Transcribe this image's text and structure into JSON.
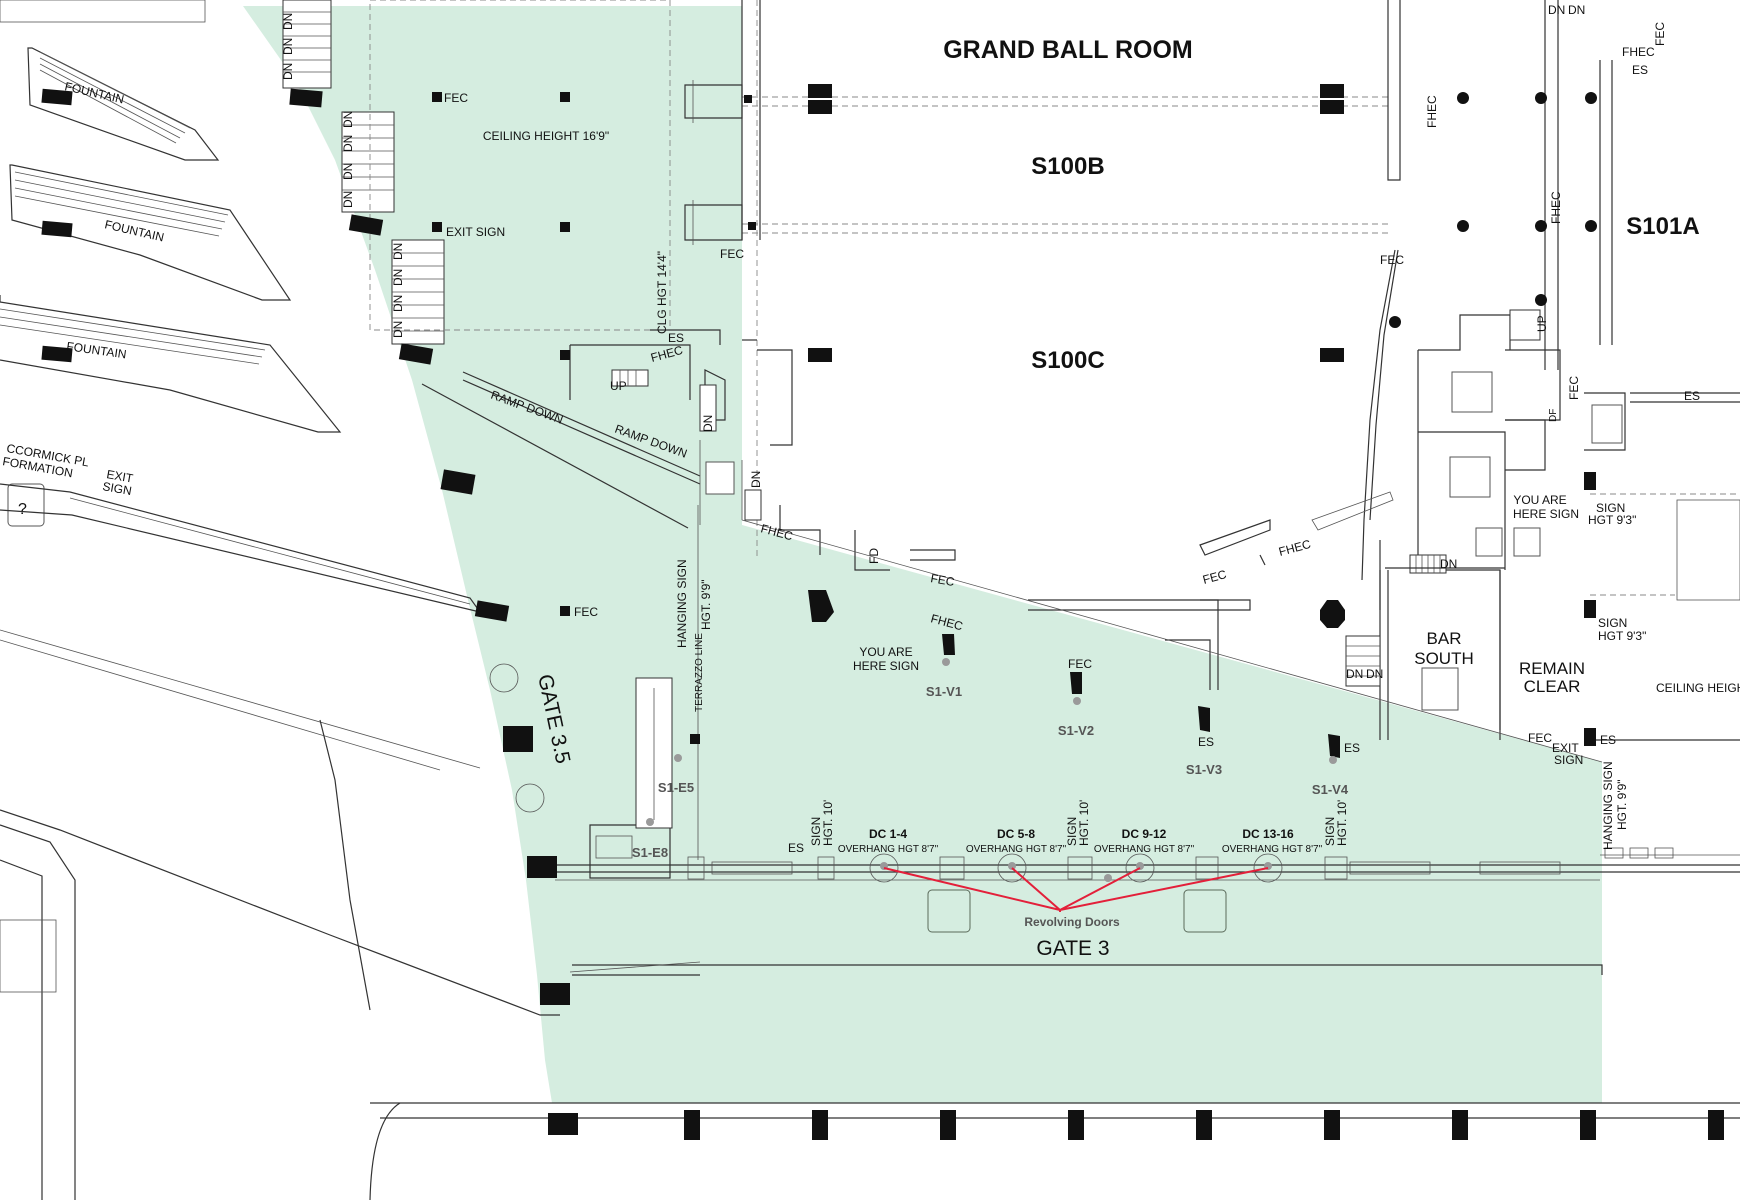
{
  "rooms": {
    "grand": "GRAND BALL ROOM",
    "s100b": "S100B",
    "s100c": "S100C",
    "s101a": "S101A"
  },
  "gates": {
    "gate3": "GATE 3",
    "gate35": "GATE 3.5",
    "revolving": "Revolving Doors"
  },
  "labels": {
    "fountain": "FOUNTAIN",
    "ceiling_height": "CEILING HEIGHT 16'9\"",
    "ceiling_heigh_partial": "CEILING HEIGH",
    "clg_hgt": "CLG HGT 14'4\"",
    "exit_sign": "EXIT SIGN",
    "exit": "EXIT",
    "sign": "SIGN",
    "ramp_down": "RAMP DOWN",
    "fec": "FEC",
    "fhec": "FHEC",
    "es": "ES",
    "dn": "DN",
    "up": "UP",
    "fd": "FD",
    "df": "DF",
    "you_are": "YOU ARE",
    "here_sign": "HERE SIGN",
    "hanging_sign": "HANGING SIGN",
    "hgt_99": "HGT. 9'9\"",
    "hgt_10": "HGT. 10'",
    "sign_hgt_93": "HGT 9'3\"",
    "terrazzo": "TERRAZZO LINE",
    "bar": "BAR",
    "south": "SOUTH",
    "remain": "REMAIN",
    "clear": "CLEAR",
    "mccormick_1": "CCORMICK PL",
    "mccormick_2": "FORMATION",
    "info_glyph": "?"
  },
  "refs": {
    "v1": "S1-V1",
    "v2": "S1-V2",
    "v3": "S1-V3",
    "v4": "S1-V4",
    "e5": "S1-E5",
    "e8": "S1-E8"
  },
  "doors": [
    {
      "dc": "DC 1-4",
      "overhang": "OVERHANG HGT 8'7\""
    },
    {
      "dc": "DC 5-8",
      "overhang": "OVERHANG HGT 8'7\""
    },
    {
      "dc": "DC 9-12",
      "overhang": "OVERHANG HGT 8'7\""
    },
    {
      "dc": "DC 13-16",
      "overhang": "OVERHANG HGT 8'7\""
    }
  ],
  "colors": {
    "highlight": "#d5ede0",
    "callout": "#e3203a",
    "mark": "#111111"
  },
  "icons": [
    "men-restroom-icon",
    "women-restroom-icon",
    "phone-icon",
    "restaurant-icon",
    "bus-icon",
    "info-icon",
    "elevator-icon",
    "escalator-icon"
  ]
}
